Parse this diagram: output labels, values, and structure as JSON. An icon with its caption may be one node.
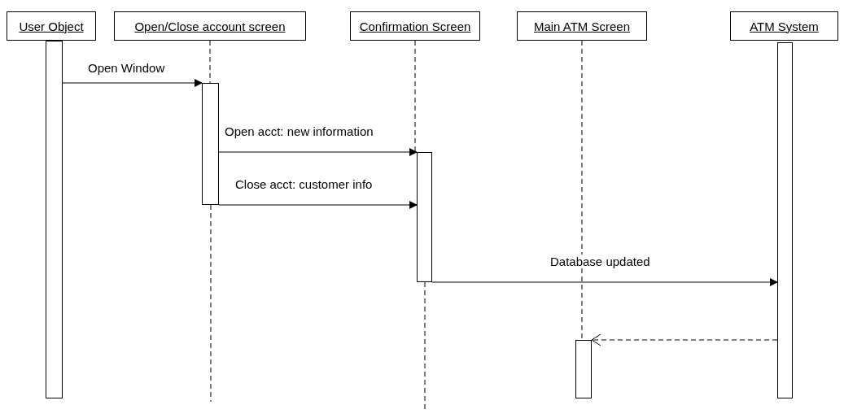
{
  "diagram": {
    "nodes": [
      {
        "text": [
          "User Object"
        ]
      },
      {
        "text": [
          "Open/Close account screen"
        ]
      },
      {
        "text": [
          "Confirmation Screen"
        ]
      },
      {
        "text": [
          "Main ATM Screen"
        ]
      },
      {
        "text": [
          "ATM System"
        ]
      },
      {
        "text": [],
        "shape": "bar"
      },
      {
        "text": [],
        "shape": "bar"
      },
      {
        "text": [],
        "shape": "bar"
      },
      {
        "text": [],
        "shape": "bar"
      },
      {
        "text": [],
        "shape": "bar"
      }
    ],
    "edges": [
      {
        "from": 5,
        "to": 6,
        "arrow": "to",
        "label": "Open Window"
      },
      {
        "from": 6,
        "to": 7,
        "arrow": "to",
        "label": "Open acct: new information"
      },
      {
        "from": 6,
        "to": 7,
        "arrow": "to",
        "label": "Close acct: customer info"
      },
      {
        "from": 7,
        "to": 9,
        "arrow": "to",
        "label": "Database updated"
      },
      {
        "from": 9,
        "to": 8,
        "arrow": "to",
        "style": "dashed"
      },
      {
        "from": 1,
        "to": 6,
        "arrow": "none",
        "style": "dashed"
      },
      {
        "from": 6,
        "to": null,
        "arrow": "none",
        "style": "dashed"
      },
      {
        "from": 2,
        "to": 7,
        "arrow": "none",
        "style": "dashed"
      },
      {
        "from": 7,
        "to": null,
        "arrow": "none",
        "style": "dashed"
      },
      {
        "from": 3,
        "to": 8,
        "arrow": "none",
        "style": "dashed"
      }
    ]
  }
}
